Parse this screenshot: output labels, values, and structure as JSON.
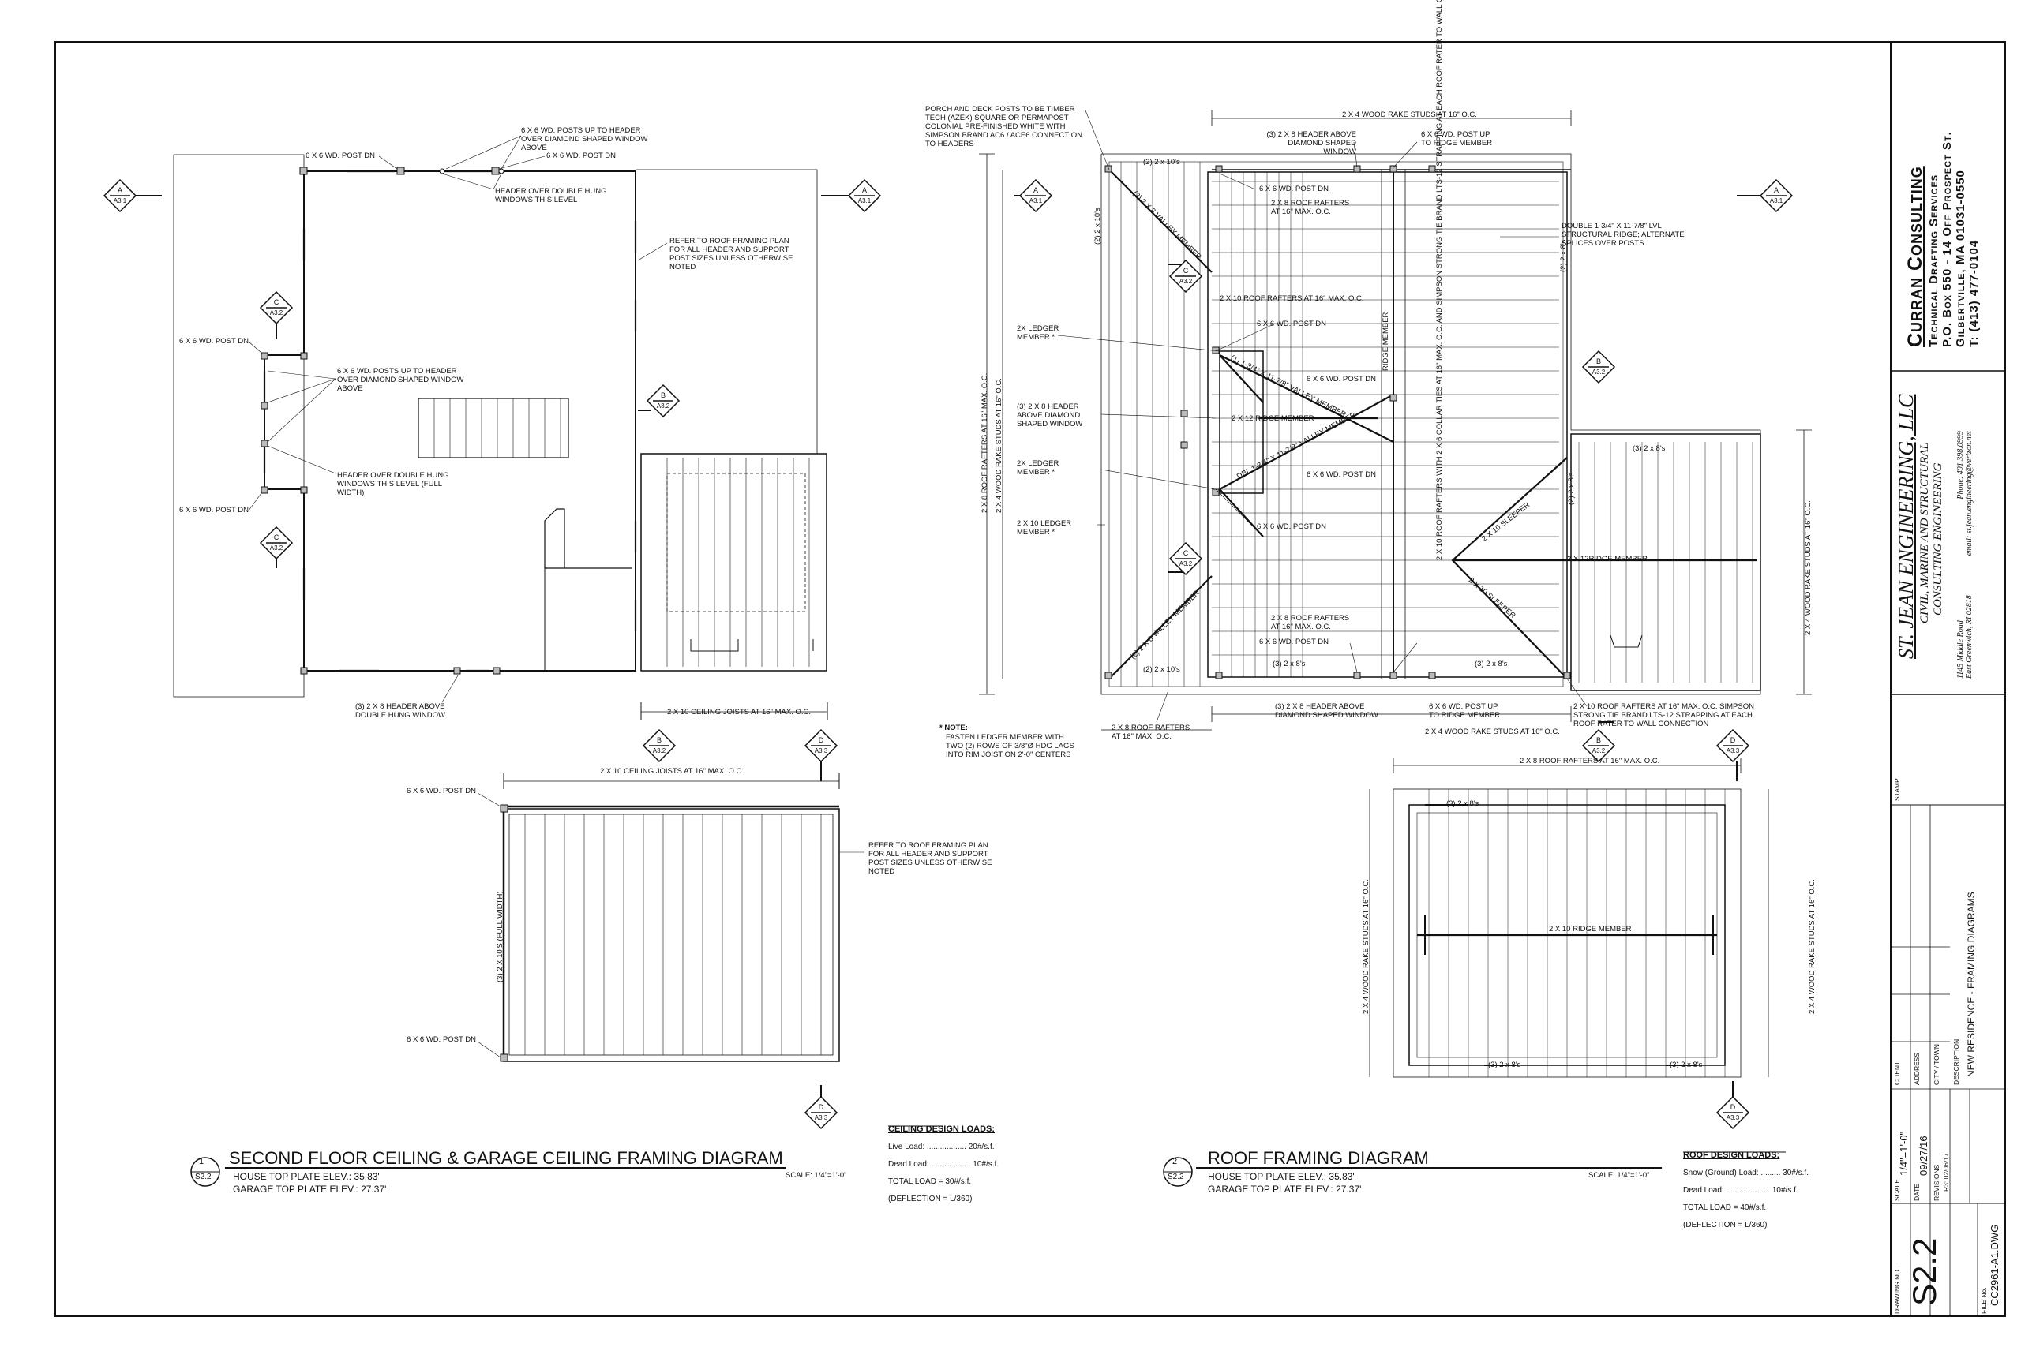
{
  "diagram1": {
    "number": "1",
    "sheet_ref": "S2.2",
    "title": "SECOND FLOOR CEILING & GARAGE CEILING FRAMING DIAGRAM",
    "house_plate": "HOUSE TOP PLATE ELEV.: 35.83'",
    "garage_plate": "GARAGE TOP PLATE ELEV.: 27.37'",
    "scale": "SCALE: 1/4\"=1'-0\"",
    "notes": {
      "post_dn_top": "6 x 6 WD. POST DN",
      "posts_up_diamond": "6 x 6 WD. POSTS UP TO HEADER\nOVER DIAMOND SHAPED WINDOW\nABOVE",
      "post_dn_top2": "6 x 6 WD. POST DN",
      "header_double_hung": "HEADER OVER DOUBLE HUNG\nWINDOWS THIS LEVEL",
      "refer_plan": "REFER TO ROOF FRAMING PLAN\nFOR ALL HEADER AND SUPPORT\nPOST SIZES UNLESS OTHERWISE\nNOTED",
      "post_dn_left1": "6 x 6 WD. POST DN",
      "posts_up_diamond_left": "6 x 6 WD. POSTS UP TO HEADER\nOVER DIAMOND SHAPED WINDOW\nABOVE",
      "header_full_width": "HEADER OVER DOUBLE HUNG\nWINDOWS THIS LEVEL (FULL\nWIDTH)",
      "post_dn_left2": "6 x 6 WD. POST DN",
      "header_bottom": "(3) 2 x 8 HEADER ABOVE\nDOUBLE HUNG WINDOW",
      "ceiling_joists_1": "2 x 10 CEILING JOISTS AT 16\" MAX. O.C.",
      "ceiling_joists_2": "2 x 10 CEILING JOISTS AT 16\" MAX. O.C.",
      "garage_post_top": "6 x 6 WD. POST DN",
      "garage_post_bottom": "6 x 6 WD. POST DN",
      "garage_full_width": "(3) 2 x 10's (FULL WIDTH)",
      "refer_plan_2": "REFER TO ROOF FRAMING PLAN\nFOR ALL HEADER AND SUPPORT\nPOST SIZES UNLESS OTHERWISE\nNOTED"
    },
    "loads": {
      "heading": "CEILING DESIGN LOADS:",
      "live": "Live Load: .................. 20#/s.f.",
      "dead": "Dead Load: .................. 10#/s.f.",
      "total": "TOTAL LOAD       =       30#/s.f.",
      "deflection": "(DEFLECTION = L/360)"
    }
  },
  "diagram2": {
    "number": "2",
    "sheet_ref": "S2.2",
    "title": "ROOF FRAMING DIAGRAM",
    "house_plate": "HOUSE TOP PLATE ELEV.: 35.83'",
    "garage_plate": "GARAGE TOP PLATE ELEV.: 27.37'",
    "scale": "SCALE: 1/4\"=1'-0\"",
    "notes": {
      "porch_posts": "PORCH AND DECK POSTS TO BE TIMBER\nTECH (AZEK) SQUARE OR PERMAPOST\nCOLONIAL PRE-FINISHED WHITE WITH\nSIMPSON BRAND AC6 / ACE6 CONNECTION\nTO HEADERS",
      "rake_studs_top": "2 x 4 WOOD RAKE STUDS AT 16\" O.C.",
      "header_diamond_top": "(3) 2 x 8 HEADER ABOVE\nDIAMOND SHAPED WINDOW",
      "post_up_ridge_top": "6 x 6 WD. POST UP\nTO RIDGE MEMBER",
      "post_dn_a": "6 x 6 WD. POST DN",
      "roof_rafters_16_a": "2 x 8 ROOF RAFTERS\nAT 16\" MAX. O.C.",
      "lvl_ridge": "DOUBLE 1-3/4\" x 11-7/8\" LVL\nSTRUCTURAL RIDGE; ALTERNATE\nSPLICES OVER POSTS",
      "roof_rafters_10": "2 x 10 ROOF RAFTERS AT 16\" MAX. O.C.",
      "ledger_1": "2x LEDGER\nMEMBER *",
      "post_dn_b": "6 x 6 WD. POST DN",
      "header_diamond_left": "(3) 2 x 8 HEADER\nABOVE DIAMOND\nSHAPED WINDOW",
      "ridge_12": "2 x 12 RIDGE MEMBER",
      "post_dn_c": "6 x 6 WD. POST DN",
      "ledger_2": "2x LEDGER\nMEMBER *",
      "post_dn_d": "6 x 6 WD. POST DN",
      "ledger_3": "2 x 10 LEDGER\nMEMBER *",
      "post_dn_e": "6 x 6 WD. POST DN",
      "roof_rafters_16_b": "2 x 8 ROOF RAFTERS\nAT 16\" MAX. O.C.",
      "post_dn_f": "6 x 6 WD. POST DN",
      "header_diamond_bottom": "(3) 2 x 8 HEADER ABOVE\nDIAMOND SHAPED WINDOW",
      "post_up_ridge_bottom": "6 x 6 WD. POST UP\nTO RIDGE MEMBER",
      "simpson_right": "2 x 10 ROOF RAFTERS AT 16\" MAX. O.C. SIMPSON\nSTRONG TIE BRAND LTS-12 STRAPPING AT EACH\nROOF RATER TO WALL CONNECTION",
      "rafters_16_left_bottom": "2 x 8 ROOF RAFTERS\nAT 16\" MAX. O.C.",
      "rake_studs_bottom": "2 x 4 WOOD RAKE STUDS AT 16\" O.C.",
      "roof_rafters_garage": "2 x 8 ROOF RAFTERS AT 16\" MAX. O.C.",
      "ridge_10_garage": "2 x 10 RIDGE MEMBER",
      "ridge_12_right": "2 x 12RIDGE MEMBER",
      "sleeper_1": "2 x 10 SLEEPER",
      "sleeper_2": "2 x 10 SLEEPER",
      "valley_1": "(2) 2 x 8 VALLEY MEMBER",
      "valley_2": "(1) 1-3/4\" x 11-7/8\" VALLEY MEMBER",
      "valley_3": "DBL 1-3/4\" x 11-7/8\" VALLEY MEMBER",
      "valley_4": "(2) 2 x 8 VALLEY MEMBER",
      "ridge_member_v": "RIDGE MEMBER",
      "collar_ties": "2 x 10 ROOF RAFTERS WITH 2 x 6 COLLAR TIES AT 16\" MAX. O.C. AND SIMPSON\nSTRONG TIE BRAND LTS-12 STRAPPING AT EACH ROOF RATER TO WALL CONNECTION",
      "left_dim_1": "2 x 8 ROOF RAFTERS AT 16\" MAX. O.C.",
      "left_dim_2": "2 x 4 WOOD RAKE STUDS AT 16\" O.C.",
      "right_dim": "2 x 4 WOOD RAKE STUDS AT 16\" O.C.",
      "garage_left_dim": "2 x 4 WOOD RAKE STUDS AT 16\" O.C.",
      "garage_right_dim": "2 x 4 WOOD RAKE STUDS AT 16\" O.C.",
      "three_2x8_a": "(3) 2 x 8's",
      "three_2x8_b": "(3) 2 x 8's",
      "three_2x8_c": "(3) 2 x 8's",
      "three_2x8_d": "(3) 2 x 8's",
      "three_2x8_e": "(3) 2 x 8's",
      "three_2x8_f": "(3) 2 x 8's",
      "two_2x10_top": "(2) 2 x 10's",
      "two_2x10_bot": "(2) 2 x 10's",
      "two_2x10_left": "(2) 2 x 10's",
      "two_2x8_left": "(2) 2 x 8's",
      "two_2x8_right": "(2) 2 x 8's",
      "note_title": "* NOTE:",
      "note_body": "FASTEN LEDGER MEMBER WITH\nTWO (2) ROWS OF 3/8\"Ø HDG LAGS\nINTO RIM JOIST ON 2'-0\" CENTERS"
    },
    "loads": {
      "heading": "ROOF DESIGN LOADS:",
      "snow": "Snow (Ground) Load: ......... 30#/s.f.",
      "dead": "Dead Load: .................... 10#/s.f.",
      "total": "TOTAL LOAD       =       40#/s.f.",
      "deflection": "(DEFLECTION = L/360)"
    }
  },
  "section_markers": [
    {
      "letter": "A",
      "ref": "A3.1"
    },
    {
      "letter": "A",
      "ref": "A3.1"
    },
    {
      "letter": "C",
      "ref": "A3.2"
    },
    {
      "letter": "B",
      "ref": "A3.2"
    },
    {
      "letter": "C",
      "ref": "A3.2"
    },
    {
      "letter": "B",
      "ref": "A3.2"
    },
    {
      "letter": "D",
      "ref": "A3.3"
    },
    {
      "letter": "D",
      "ref": "A3.3"
    },
    {
      "letter": "A",
      "ref": "A3.1"
    },
    {
      "letter": "A",
      "ref": "A3.1"
    },
    {
      "letter": "C",
      "ref": "A3.2"
    },
    {
      "letter": "B",
      "ref": "A3.2"
    },
    {
      "letter": "C",
      "ref": "A3.2"
    },
    {
      "letter": "B",
      "ref": "A3.2"
    },
    {
      "letter": "D",
      "ref": "A3.3"
    },
    {
      "letter": "D",
      "ref": "A3.3"
    }
  ],
  "title_block": {
    "firm": "Curran Consulting",
    "firm_sub": "Technical Drafting Services",
    "address1": "P.O. Box 550 - 14 Off Prospect St.",
    "address2": "Gilbertville, MA 01031-0550",
    "phone": "T: (413) 477-0104",
    "engineer": "ST. JEAN ENGINEERING, LLC",
    "engineer_sub1": "CIVIL, MARINE AND STRUCTURAL",
    "engineer_sub2": "CONSULTING ENGINEERING",
    "eng_addr1": "1145 Middle Road",
    "eng_addr2": "East Greenwich, RI 02818",
    "eng_phone": "Phone: 401.398.0999",
    "eng_email": "email: st.jean.engineering@verizon.net",
    "stamp_label": "STAMP",
    "client_label": "CLIENT",
    "address_label": "ADDRESS",
    "city_label": "CITY / TOWN",
    "description_label": "DESCRIPTION",
    "description": "NEW RESIDENCE - FRAMING DIAGRAMS",
    "scale_label": "SCALE",
    "scale": "1/4\"=1'-0\"",
    "date_label": "DATE",
    "date": "09/27/16",
    "revisions_label": "REVISIONS",
    "revision": "R3: 02/06/17",
    "drawing_label": "DRAWING NO.",
    "drawing_no": "S2.2",
    "file_label": "FILE No.",
    "file_no": "CC2961-A1.DWG"
  }
}
